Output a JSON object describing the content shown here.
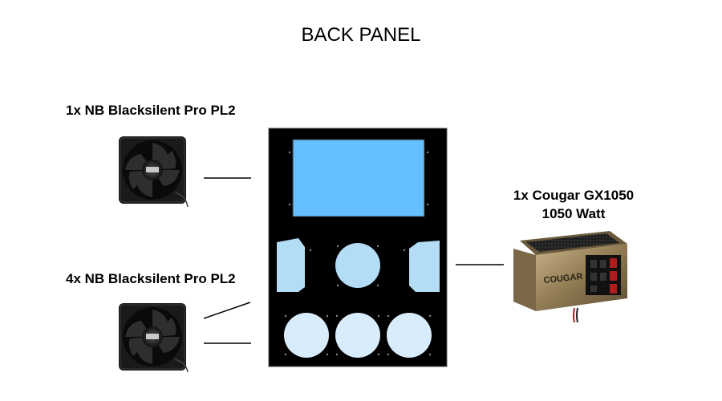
{
  "title": "BACK PANEL",
  "labels": {
    "fan_top": "1x NB Blacksilent Pro PL2",
    "fan_bottom": "4x NB Blacksilent Pro PL2",
    "psu_line1": "1x Cougar GX1050",
    "psu_line2": "1050 Watt"
  },
  "psu_brand": "COUGAR",
  "colors": {
    "panel": "#000000",
    "screen_fill": "#66bfff",
    "cutout_fill": "#b3dcf5",
    "fan_cutout_fill": "#d9ecfb",
    "line": "#000000"
  }
}
